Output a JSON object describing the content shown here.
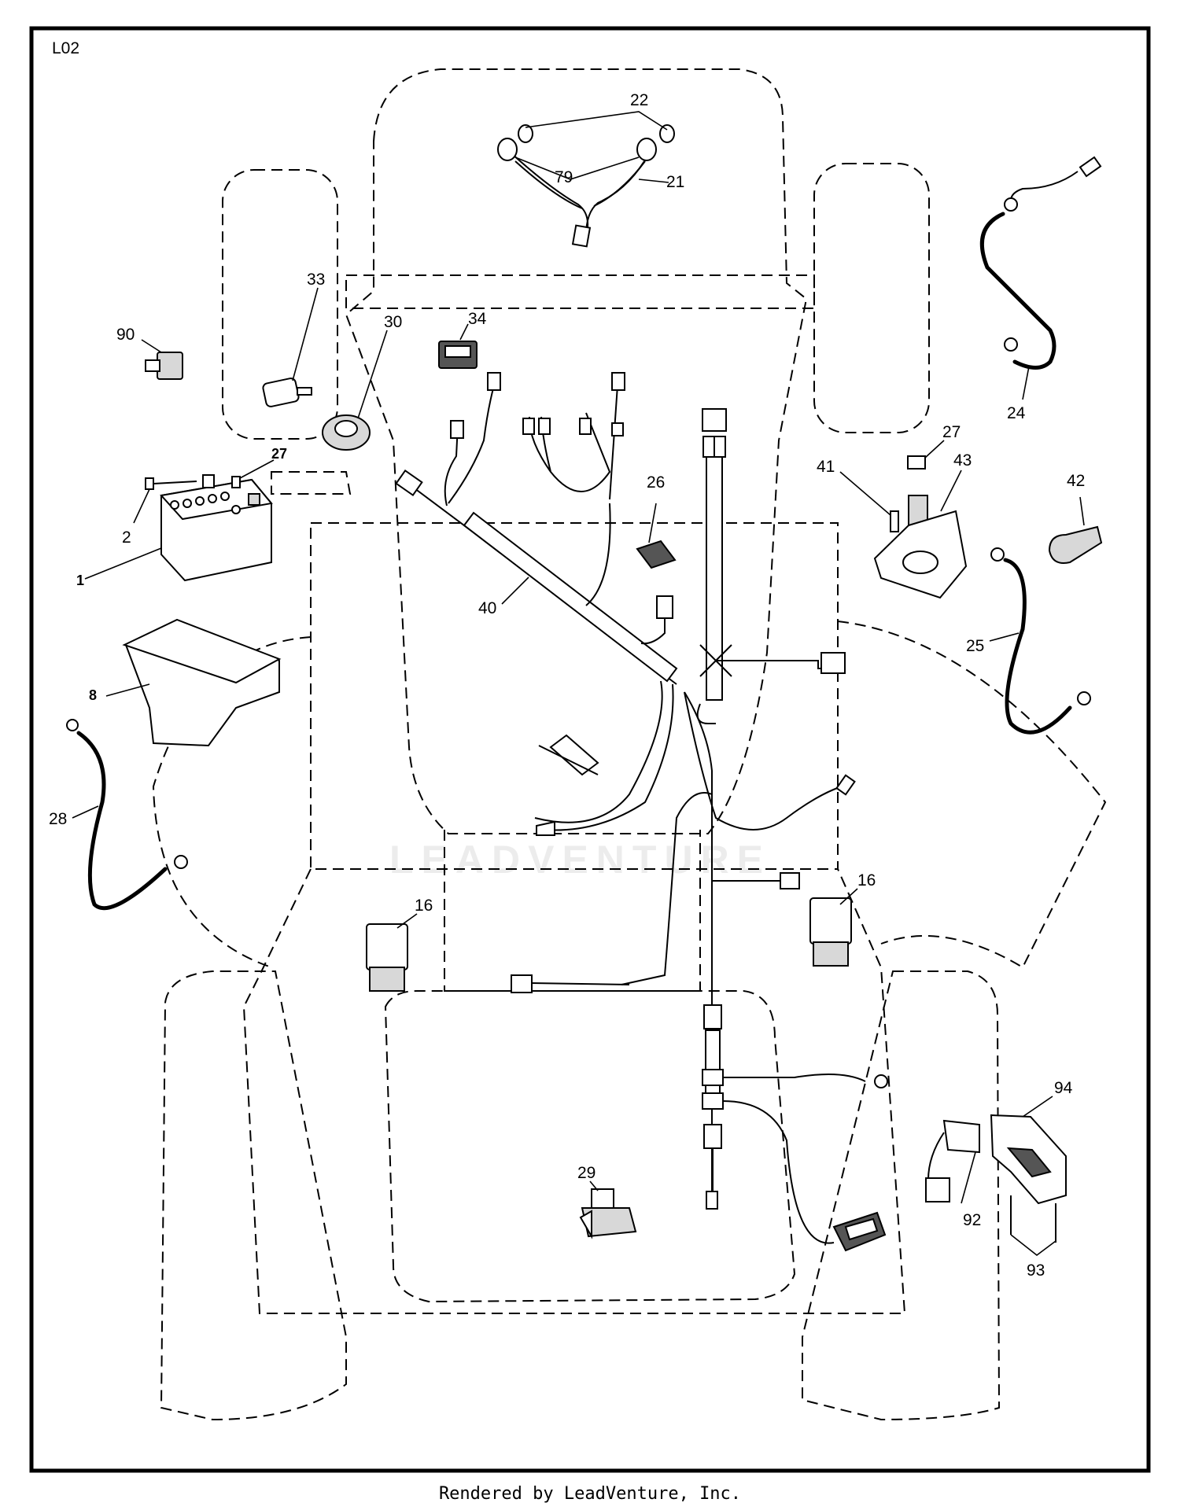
{
  "diagram": {
    "page_code": "L02",
    "watermark": "LEADVENTURE",
    "footer": "Rendered by LeadVenture, Inc.",
    "callouts": {
      "c1": "1",
      "c2": "2",
      "c8": "8",
      "c16a": "16",
      "c16b": "16",
      "c21": "21",
      "c22": "22",
      "c24": "24",
      "c25": "25",
      "c26": "26",
      "c27a": "27",
      "c27b": "27",
      "c28": "28",
      "c29": "29",
      "c30": "30",
      "c33": "33",
      "c34": "34",
      "c40": "40",
      "c41": "41",
      "c42": "42",
      "c43": "43",
      "c79": "79",
      "c90": "90",
      "c92": "92",
      "c93": "93",
      "c94": "94"
    }
  }
}
